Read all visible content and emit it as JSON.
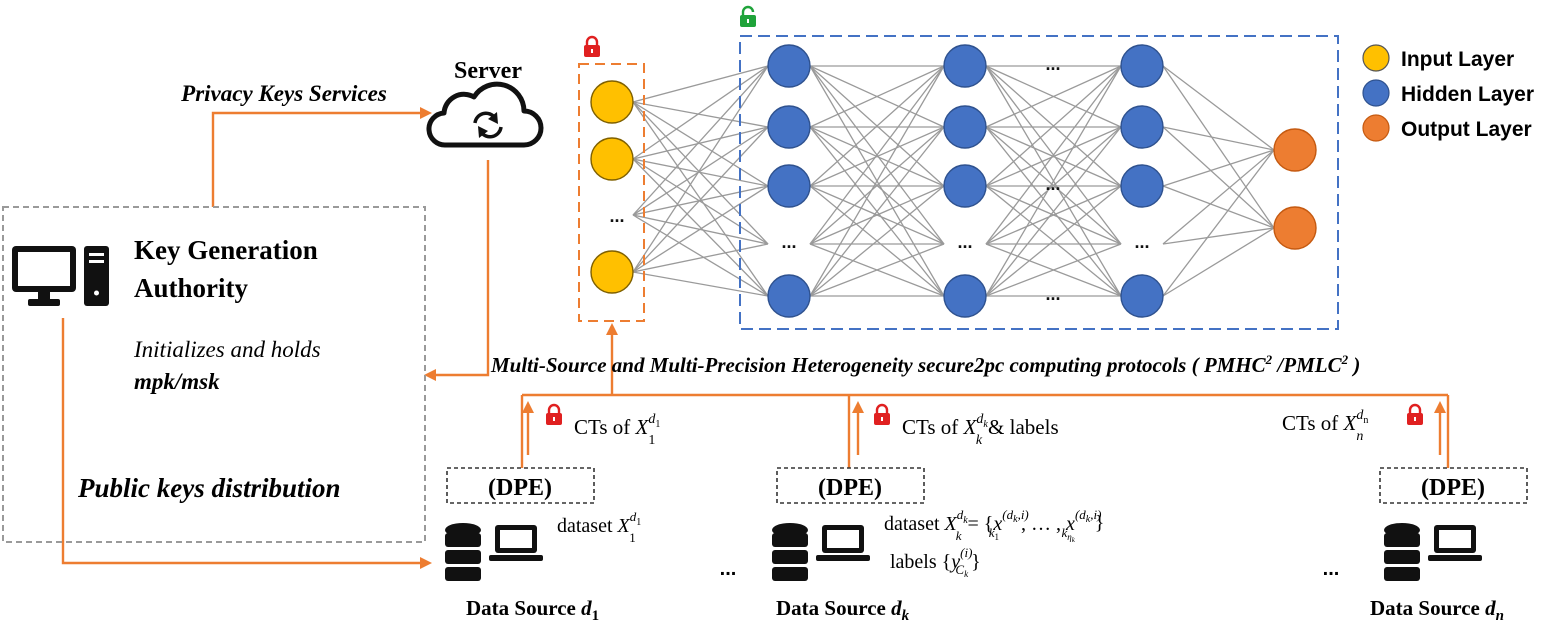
{
  "colors": {
    "input": "#FFC000",
    "hidden": "#4472C4",
    "output": "#ED7D31",
    "arrow": "#ED7D31",
    "lock_red": "#E02020",
    "lock_green": "#1FA33A",
    "kga_box": "#9a9a9a",
    "hidden_box": "#4472C4"
  },
  "server": {
    "title": "Server",
    "icon": "cloud-sync-icon"
  },
  "privacy_keys": "Privacy Keys Services",
  "kga": {
    "title_line1": "Key Generation",
    "title_line2": "Authority",
    "desc_line1": "Initializes and holds",
    "desc_line2": "mpk/msk",
    "public_keys": "Public keys distribution",
    "icon": "desktop-computer-icon"
  },
  "protocol": {
    "text": "Multi-Source and Multi-Precision Heterogeneity secure2pc computing protocols ( PMHC",
    "sup1": "2",
    "mid": " /PMLC",
    "sup2": "2",
    "end": " )"
  },
  "legend": {
    "input": "Input Layer",
    "hidden": "Hidden Layer",
    "output": "Output Layer"
  },
  "ellipsis": "...",
  "nn": {
    "ellipsis": "..."
  },
  "sources": [
    {
      "dpe": "(DPE)",
      "ct_prefix": "CTs of ",
      "ct_var": "X",
      "ct_sup": "d",
      "ct_sup_sub": "1",
      "ct_sub": "1",
      "ct_suffix": "",
      "dataset_prefix": "dataset ",
      "dataset_var": "X",
      "dataset_sup": "d",
      "dataset_sup_sub": "1",
      "dataset_sub": "1",
      "name_prefix": "Data Source ",
      "name_var": "d",
      "name_sub": "1"
    },
    {
      "dpe": "(DPE)",
      "ct_prefix": "CTs of ",
      "ct_var": "X",
      "ct_sup": "d",
      "ct_sup_sub": "k",
      "ct_sub": "k",
      "ct_suffix": "& labels",
      "dataset_prefix": "dataset ",
      "dataset_var": "X",
      "dataset_sup": "d",
      "dataset_sup_sub": "k",
      "dataset_sub": "k",
      "dataset_eq": "= {",
      "dataset_x": "x",
      "dataset_x_sup": "(d",
      "dataset_x_sup2": "k",
      "dataset_x_sup3": ",i)",
      "dataset_x_sub1": "k",
      "dataset_x_sub1b": "1",
      "dataset_dots": ", … , ",
      "dataset_x_sub2": "k",
      "dataset_x_sub2b": "η",
      "dataset_x_sub2c": "k",
      "dataset_close": "}",
      "labels_prefix": "labels {",
      "labels_var": "y",
      "labels_sup": "(i)",
      "labels_sub": "C",
      "labels_subsub": "k",
      "labels_close": "}",
      "name_prefix": "Data Source ",
      "name_var": "d",
      "name_sub": "k"
    },
    {
      "dpe": "(DPE)",
      "ct_prefix": "CTs of ",
      "ct_var": "X",
      "ct_sup": "d",
      "ct_sup_sub": "n",
      "ct_sub": "n",
      "ct_suffix": "",
      "name_prefix": "Data Source ",
      "name_var": "d",
      "name_sub": "n"
    }
  ]
}
